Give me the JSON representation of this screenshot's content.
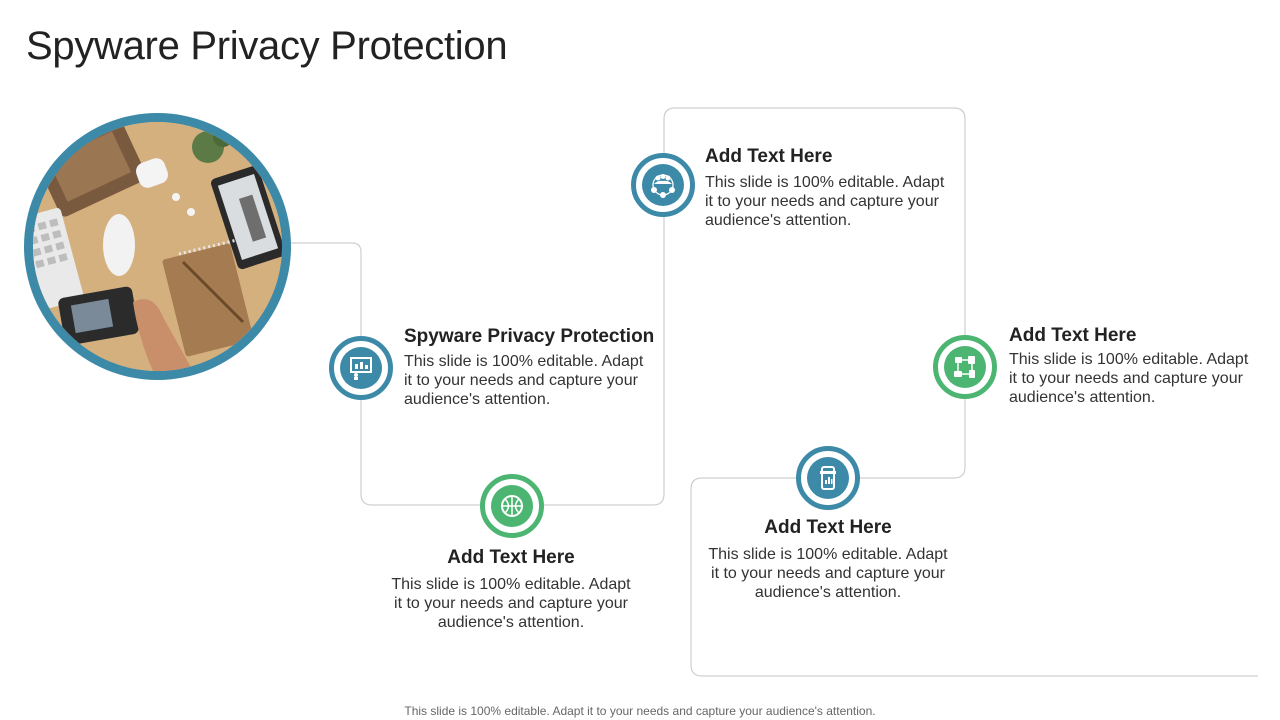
{
  "title": "Spyware Privacy Protection",
  "footer": "This slide is 100% editable. Adapt it to your needs and capture your audience's attention.",
  "items": [
    {
      "heading": "Spyware Privacy Protection",
      "lines": [
        "This slide is 100% editable. Adapt",
        "it to your needs and capture your",
        "audience's attention."
      ],
      "icon": "presentation-board-icon",
      "color": "#3d8aa8"
    },
    {
      "heading": "Add Text Here",
      "lines": [
        "This slide is 100% editable. Adapt",
        "it to your needs and capture your",
        "audience's attention."
      ],
      "icon": "basketball-icon",
      "color": "#4cb572"
    },
    {
      "heading": "Add Text Here",
      "lines": [
        "This slide is 100% editable. Adapt",
        "it to your needs and capture your",
        "audience's attention."
      ],
      "icon": "team-network-icon",
      "color": "#3d8aa8"
    },
    {
      "heading": "Add Text Here",
      "lines": [
        "This slide is 100% editable. Adapt",
        "it to your needs and capture your",
        "audience's attention."
      ],
      "icon": "mobile-analytics-icon",
      "color": "#3d8aa8"
    },
    {
      "heading": "Add Text Here",
      "lines": [
        "This slide is 100% editable. Adapt",
        "it to your needs and capture your",
        "audience's attention."
      ],
      "icon": "device-network-icon",
      "color": "#4cb572"
    }
  ],
  "photo": {
    "subject": "desk-flatlay-photo"
  }
}
